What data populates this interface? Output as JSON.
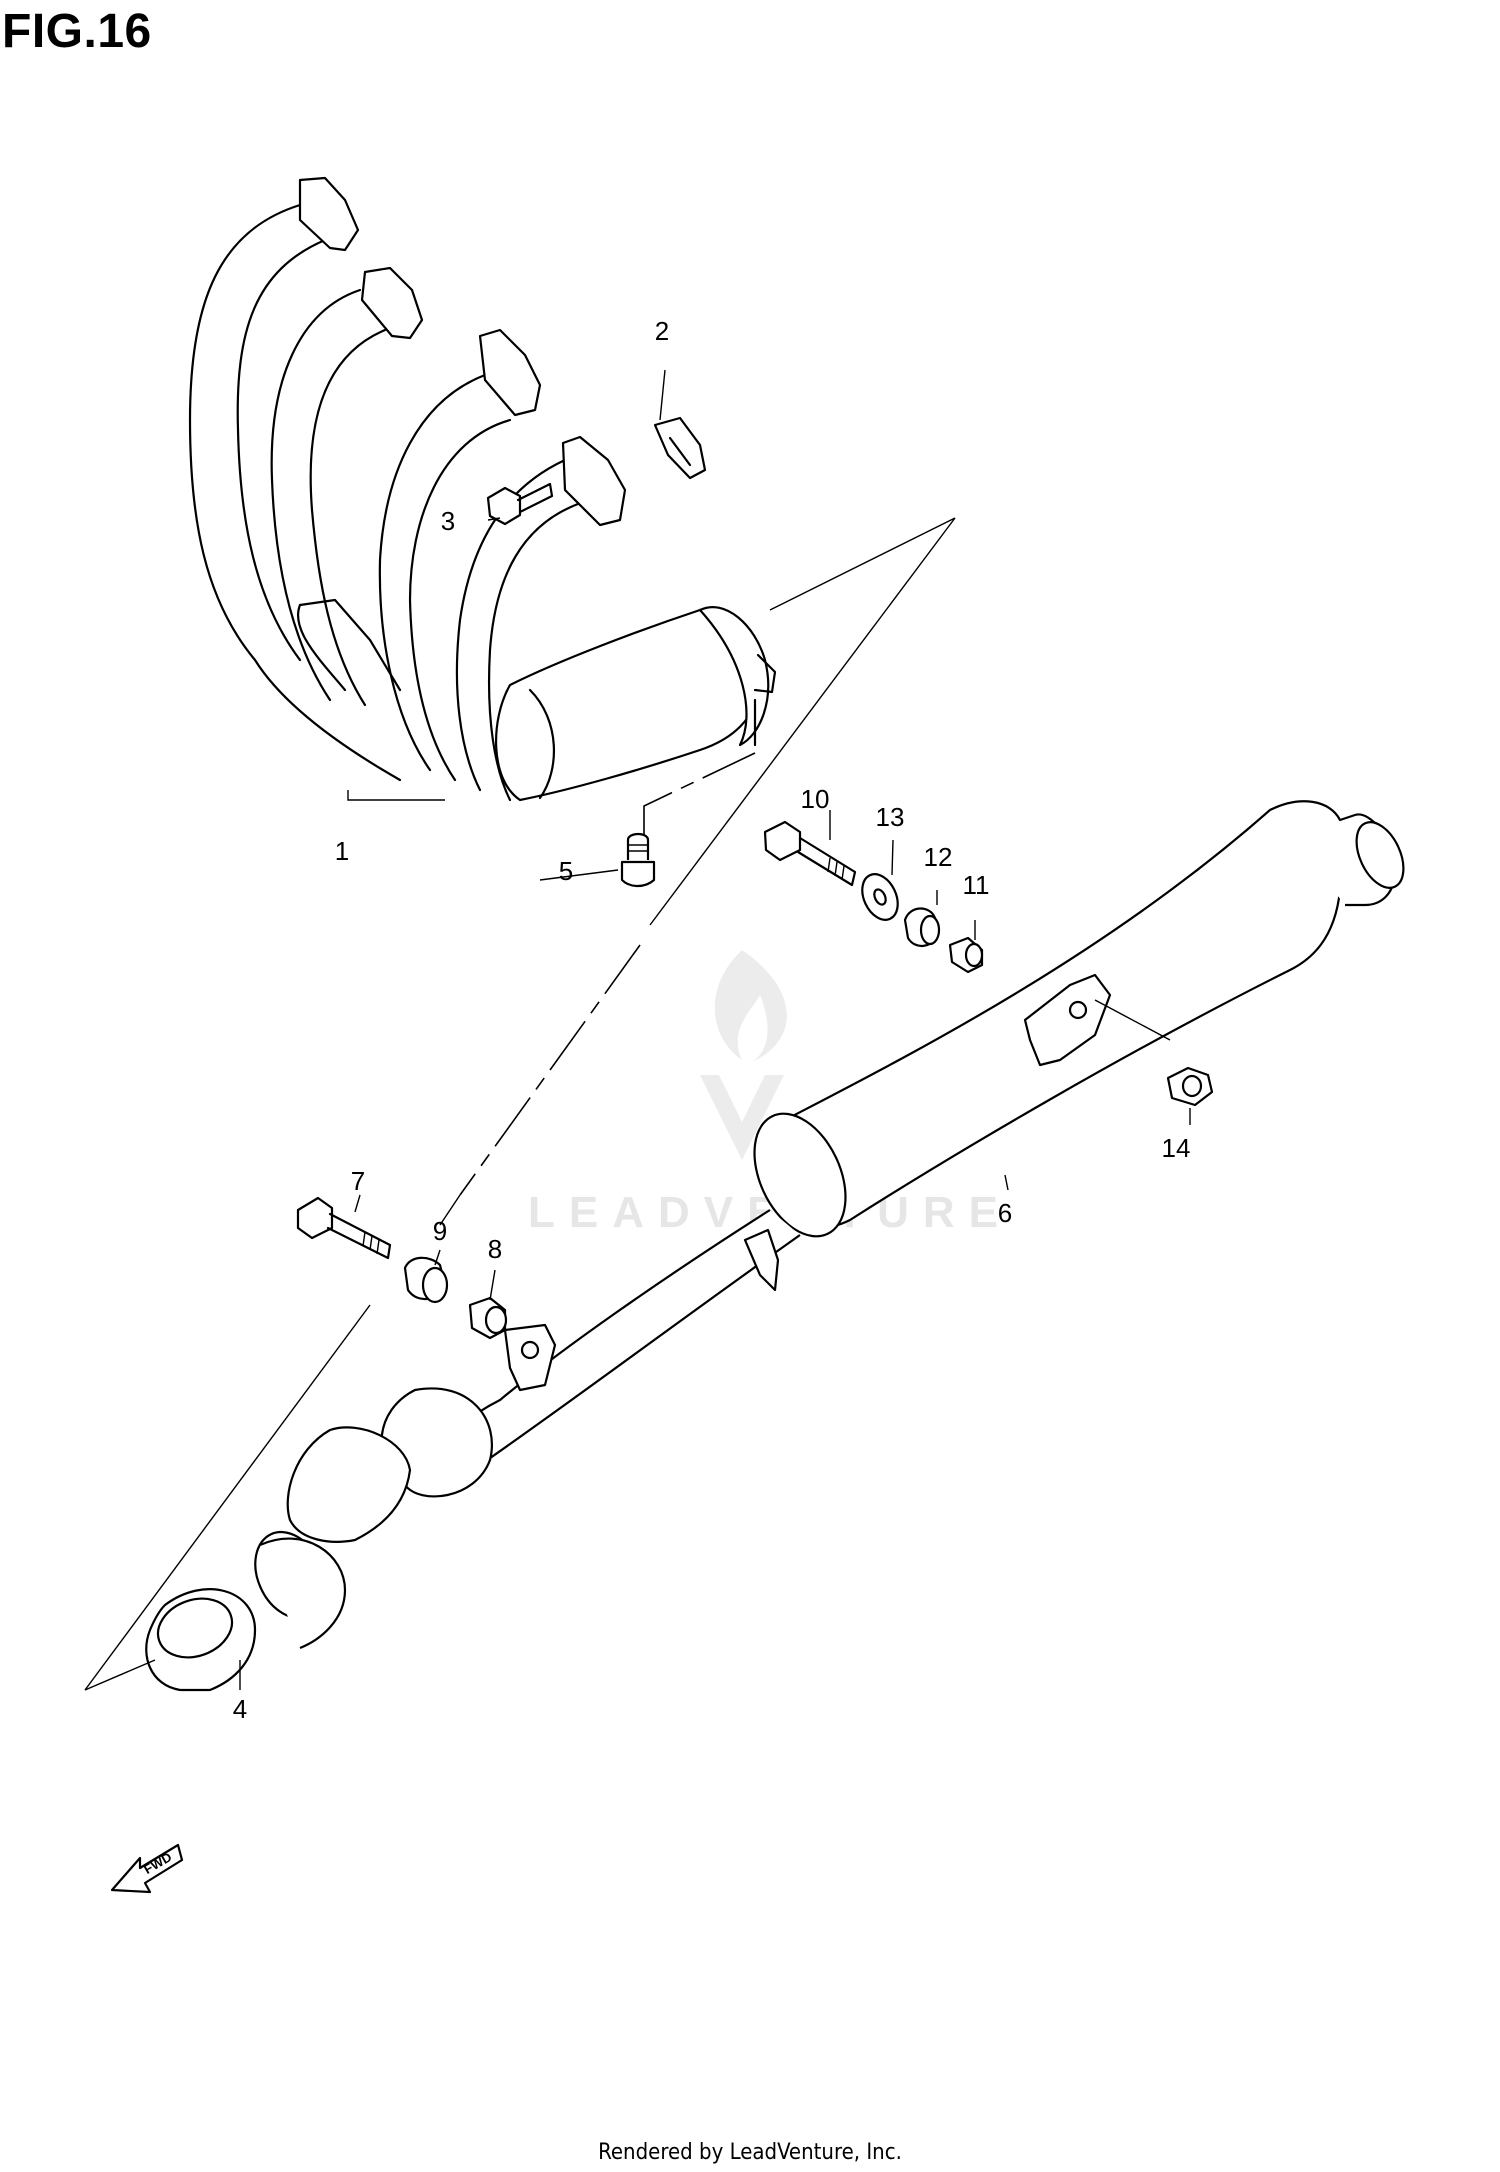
{
  "figure": {
    "title": "FIG.16"
  },
  "callouts": [
    {
      "id": "1",
      "label": "1"
    },
    {
      "id": "2",
      "label": "2"
    },
    {
      "id": "3",
      "label": "3"
    },
    {
      "id": "4",
      "label": "4"
    },
    {
      "id": "5",
      "label": "5"
    },
    {
      "id": "6",
      "label": "6"
    },
    {
      "id": "7",
      "label": "7"
    },
    {
      "id": "8",
      "label": "8"
    },
    {
      "id": "9",
      "label": "9"
    },
    {
      "id": "10",
      "label": "10"
    },
    {
      "id": "11",
      "label": "11"
    },
    {
      "id": "12",
      "label": "12"
    },
    {
      "id": "13",
      "label": "13"
    },
    {
      "id": "14",
      "label": "14"
    }
  ],
  "fwd_arrow": {
    "label": "FWD"
  },
  "watermark": {
    "text": "LEADVENTURE"
  },
  "footer": {
    "text": "Rendered by LeadVenture, Inc."
  }
}
